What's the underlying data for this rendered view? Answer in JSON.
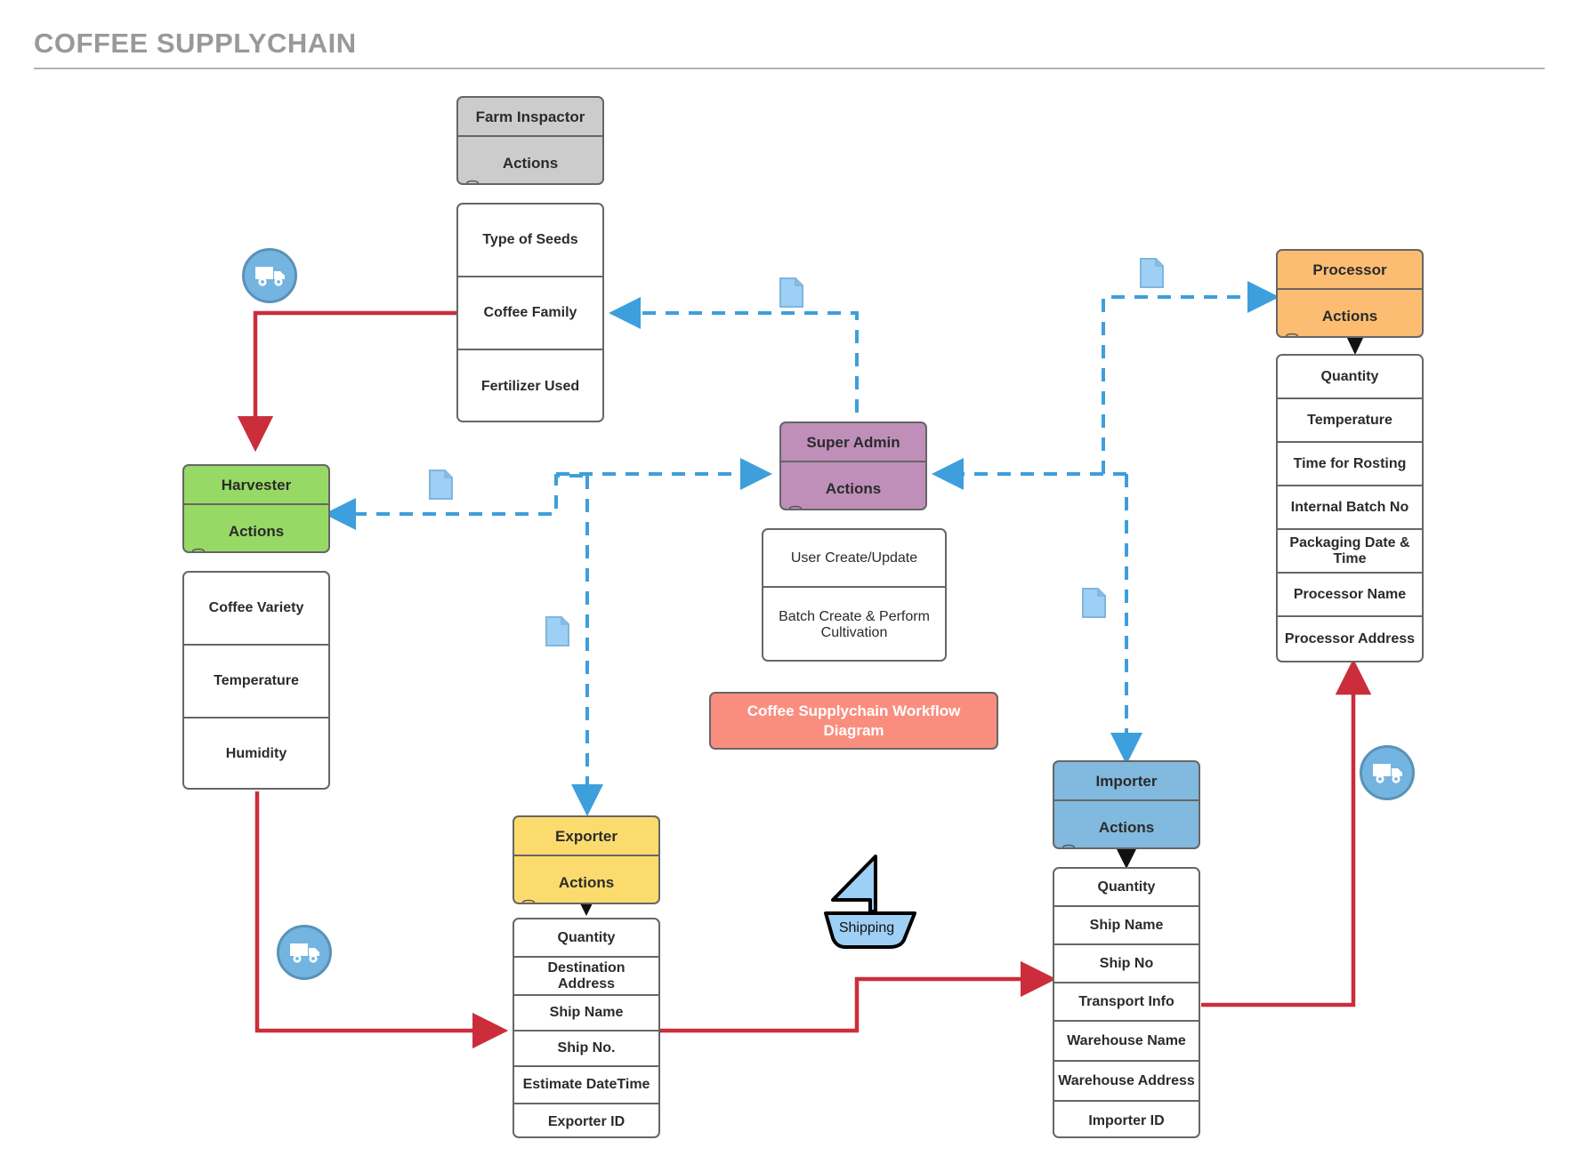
{
  "page": {
    "title": "COFFEE SUPPLYCHAIN"
  },
  "workflow_label": {
    "text": "Coffee Supplychain Workflow Diagram",
    "color": "#f98e7f"
  },
  "shipping": {
    "label": "Shipping",
    "color": "#9ecff4"
  },
  "icons": {
    "truck": "truck-icon",
    "document": "document-icon",
    "actions_swirl": "actions-swirl-icon",
    "boat": "sailboat-icon"
  },
  "entities": [
    {
      "id": "farm-inspector",
      "name": "Farm Inspactor",
      "actions_label": "Actions",
      "color": "#cccccc",
      "attributes": [
        "Type of Seeds",
        "Coffee Family",
        "Fertilizer Used"
      ]
    },
    {
      "id": "harvester",
      "name": "Harvester",
      "actions_label": "Actions",
      "color": "#97d965",
      "attributes": [
        "Coffee Variety",
        "Temperature",
        "Humidity"
      ]
    },
    {
      "id": "super-admin",
      "name": "Super Admin",
      "actions_label": "Actions",
      "color": "#bf8fba",
      "attributes": [
        "User Create/Update",
        "Batch Create & Perform Cultivation"
      ]
    },
    {
      "id": "processor",
      "name": "Processor",
      "actions_label": "Actions",
      "color": "#fcbd72",
      "attributes": [
        "Quantity",
        "Temperature",
        "Time for Rosting",
        "Internal Batch No",
        "Packaging Date & Time",
        "Processor Name",
        "Processor Address"
      ]
    },
    {
      "id": "exporter",
      "name": "Exporter",
      "actions_label": "Actions",
      "color": "#fcdb6e",
      "attributes": [
        "Quantity",
        "Destination Address",
        "Ship Name",
        "Ship No.",
        "Estimate DateTime",
        "Exporter ID"
      ]
    },
    {
      "id": "importer",
      "name": "Importer",
      "actions_label": "Actions",
      "color": "#82b9de",
      "attributes": [
        "Quantity",
        "Ship Name",
        "Ship No",
        "Transport Info",
        "Warehouse Name",
        "Warehouse Address",
        "Importer ID"
      ]
    }
  ],
  "colors": {
    "red_flow": "#cc2d3a",
    "blue_flow": "#3d9fdb",
    "border": "#666666",
    "title_text": "#999999"
  }
}
